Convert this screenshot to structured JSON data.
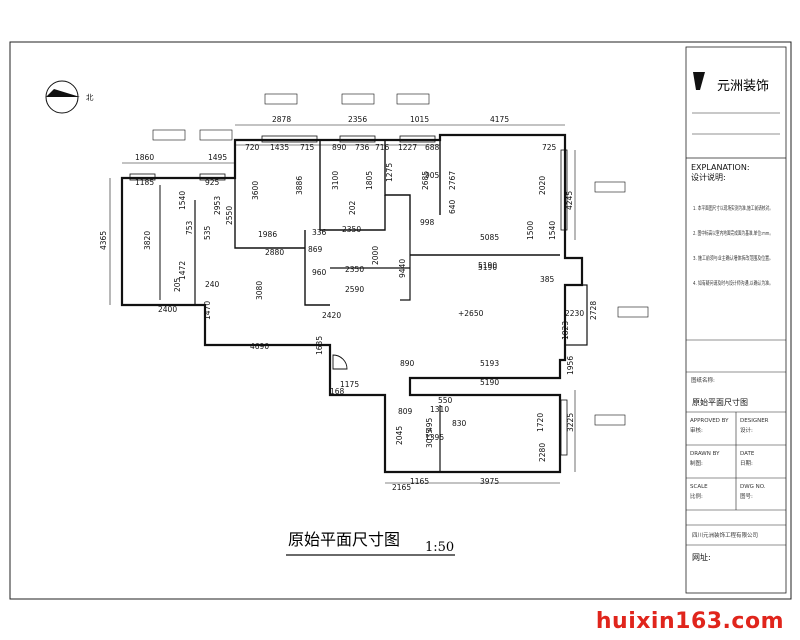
{
  "drawing": {
    "title": "原始平面尺寸图",
    "scale": "1:50",
    "north_label": "北",
    "center_mark": "+2650",
    "dimensions": {
      "top": [
        "2878",
        "2356",
        "1015",
        "4175",
        "720",
        "1435",
        "715",
        "890",
        "736",
        "716",
        "1227",
        "688",
        "725"
      ],
      "left": [
        "1860",
        "1495",
        "1185",
        "925",
        "4365",
        "3820",
        "1540",
        "1472",
        "205",
        "2953",
        "2550",
        "3600",
        "3886",
        "753",
        "535",
        "240",
        "2400"
      ],
      "interior": [
        "3100",
        "1805",
        "2685",
        "2767",
        "2020",
        "4245",
        "1540",
        "1986",
        "2880",
        "869",
        "2350",
        "2000",
        "1500",
        "998",
        "5085",
        "5190",
        "5190",
        "2350",
        "2590",
        "9440",
        "3080",
        "1470",
        "4690",
        "2420",
        "1635",
        "1175",
        "168",
        "890",
        "5193",
        "5190",
        "550",
        "809",
        "830",
        "1310",
        "2045",
        "3035",
        "1720",
        "2280",
        "1165",
        "3975",
        "2165",
        "3225",
        "2728",
        "1956",
        "1823",
        "2230",
        "336",
        "960",
        "202",
        "640",
        "905",
        "1275",
        "495",
        "1395",
        "385"
      ]
    }
  },
  "title_block": {
    "company": "元洲装饰",
    "explanation_heading": "EXPLANATION:",
    "explanation_sub": "设计说明:",
    "notes": [
      "1. 本平面图尺寸以现场实测为准,施工前请核对。",
      "2. 图中标高以室内地面完成面为基准,单位:mm。",
      "3. 施工前须与业主确认墙体拆改范围及位置。",
      "4. 如有疑问请及时与设计师沟通,以确认为准。"
    ],
    "drawing_name_label": "图纸名称:",
    "drawing_name": "原始平面尺寸图",
    "fields": [
      {
        "label": "APPROVED BY",
        "value": "审核:"
      },
      {
        "label": "DESIGNER",
        "value": "设计:"
      },
      {
        "label": "DRAWN BY",
        "value": "制图:"
      },
      {
        "label": "DATE",
        "value": "日期:"
      },
      {
        "label": "SCALE",
        "value": "比例:"
      },
      {
        "label": "DWG NO.",
        "value": "图号:"
      }
    ],
    "footer": "四川元洲装饰工程有限公司",
    "website_label": "网址:"
  },
  "watermark": "huixin163.com"
}
